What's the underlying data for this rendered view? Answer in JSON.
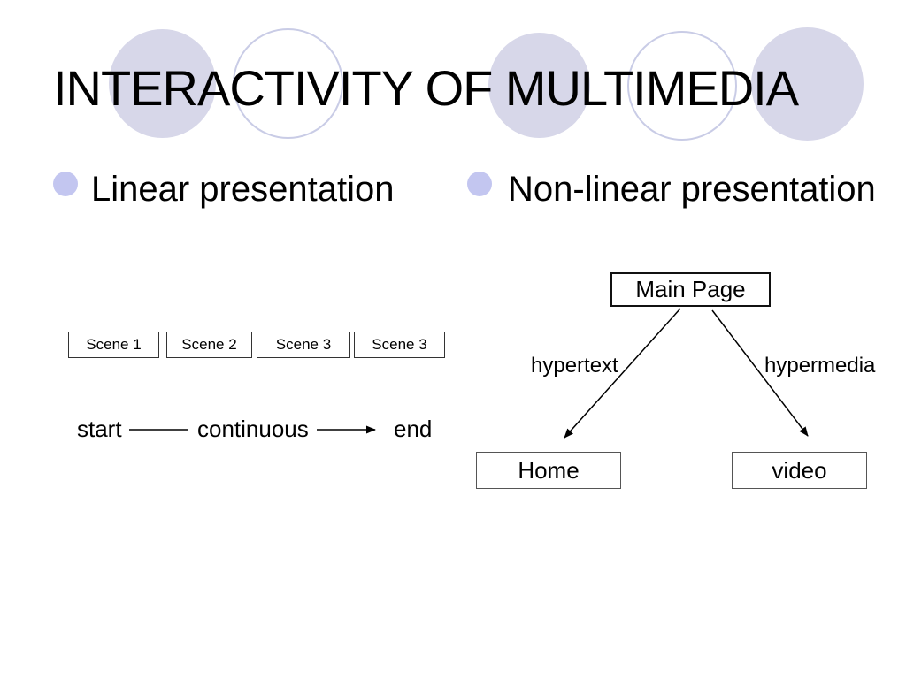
{
  "slide": {
    "title": "INTERACTIVITY OF MULTIMEDIA",
    "bullets": [
      {
        "label": "Linear presentation"
      },
      {
        "label": "Non-linear presentation"
      }
    ]
  },
  "linear_diagram": {
    "scenes": [
      "Scene 1",
      "Scene 2",
      "Scene 3",
      "Scene 3"
    ],
    "start_label": "start",
    "flow_label": "continuous",
    "end_label": "end"
  },
  "nonlinear_diagram": {
    "root_node": "Main Page",
    "left_branch_label": "hypertext",
    "right_branch_label": "hypermedia",
    "left_node": "Home",
    "right_node": "video"
  },
  "colors": {
    "background": "#ffffff",
    "text": "#000000",
    "circle_fill": "#d7d7e9",
    "circle_outline": "#c9cce6",
    "bullet": "#c3c6f0"
  }
}
